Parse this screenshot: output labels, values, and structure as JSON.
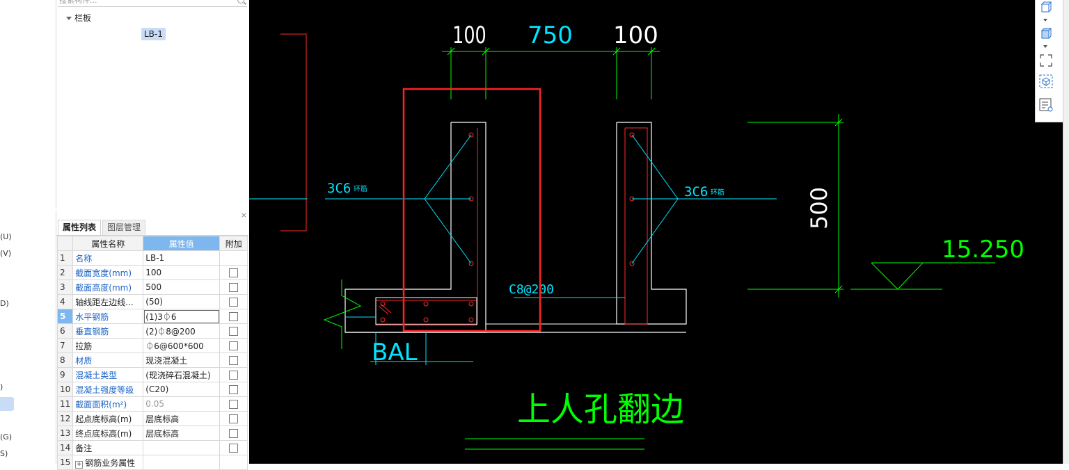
{
  "left_menu": {
    "items": [
      "(U)",
      "(V)",
      "D)",
      ")",
      "(G)",
      "S)"
    ]
  },
  "tree": {
    "search_placeholder": "搜索构件...",
    "group_label": "栏板",
    "selected_item": "LB-1"
  },
  "property_panel": {
    "close": "×",
    "tabs": [
      {
        "label": "属性列表",
        "active": true
      },
      {
        "label": "图层管理",
        "active": false
      }
    ],
    "columns": {
      "name": "属性名称",
      "value": "属性值",
      "extra": "附加"
    },
    "selected_row": 5,
    "rows": [
      {
        "no": "1",
        "name": "名称",
        "value": "LB-1",
        "blue": true,
        "checkbox": false
      },
      {
        "no": "2",
        "name": "截面宽度(mm)",
        "value": "100",
        "blue": true,
        "checkbox": true
      },
      {
        "no": "3",
        "name": "截面高度(mm)",
        "value": "500",
        "blue": true,
        "checkbox": true
      },
      {
        "no": "4",
        "name": "轴线距左边线...",
        "value": "(50)",
        "blue": false,
        "checkbox": true
      },
      {
        "no": "5",
        "name": "水平钢筋",
        "value": "(1)3⏀6",
        "blue": true,
        "checkbox": true
      },
      {
        "no": "6",
        "name": "垂直钢筋",
        "value": "(2)⏀8@200",
        "blue": true,
        "checkbox": true
      },
      {
        "no": "7",
        "name": "拉筋",
        "value": "⏀6@600*600",
        "blue": false,
        "checkbox": true
      },
      {
        "no": "8",
        "name": "材质",
        "value": "现浇混凝土",
        "blue": true,
        "checkbox": true
      },
      {
        "no": "9",
        "name": "混凝土类型",
        "value": "(现浇碎石混凝土)",
        "blue": true,
        "checkbox": true
      },
      {
        "no": "10",
        "name": "混凝土强度等级",
        "value": "(C20)",
        "blue": true,
        "checkbox": true
      },
      {
        "no": "11",
        "name": "截面面积(m²)",
        "value": "0.05",
        "blue": true,
        "checkbox": true,
        "gray": true
      },
      {
        "no": "12",
        "name": "起点底标高(m)",
        "value": "层底标高",
        "blue": false,
        "checkbox": true
      },
      {
        "no": "13",
        "name": "终点底标高(m)",
        "value": "层底标高",
        "blue": false,
        "checkbox": true
      },
      {
        "no": "14",
        "name": "备注",
        "value": "",
        "blue": false,
        "checkbox": true
      },
      {
        "no": "15",
        "name": "钢筋业务属性",
        "value": "",
        "blue": false,
        "checkbox": false,
        "expand": true
      }
    ]
  },
  "drawing": {
    "dim_100_left": "100",
    "dim_750": "750",
    "dim_100_right": "100",
    "dim_500": "500",
    "label_left_rebar": "3C6",
    "label_left_rebar_suffix": "环筋",
    "label_right_rebar": "3C6",
    "label_right_rebar_suffix": "环筋",
    "label_bottom_rebar": "C8@200",
    "elevation": "15.250",
    "label_bal": "BAL",
    "title": "上人孔翻边",
    "colors": {
      "background": "#000000",
      "dimension": "#00ff00",
      "outline": "#ffffff",
      "rebar": "#ff2a2a",
      "annotation": "#00e5ff",
      "dimension_text": "#ffffff",
      "highlight_box": "#ff2222",
      "title": "#00ff00"
    }
  },
  "view_toolbar": {
    "buttons": [
      "cube-icon",
      "cube-view-icon",
      "fullscreen-icon",
      "3d-box-icon",
      "layer-list-icon"
    ]
  }
}
